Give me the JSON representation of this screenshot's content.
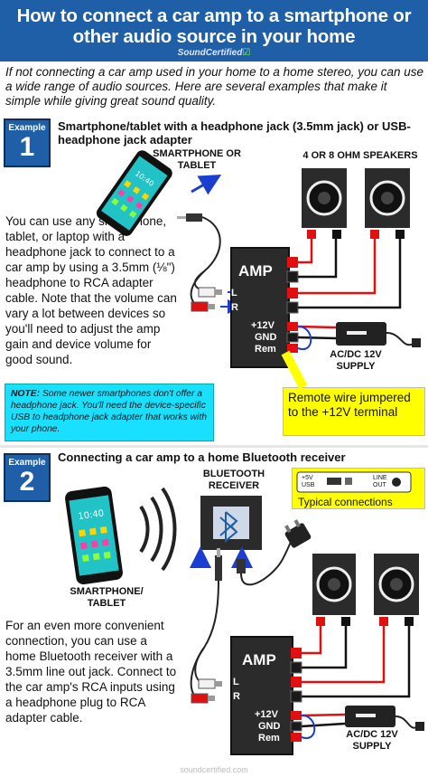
{
  "header": {
    "title": "How to connect a car amp to a smartphone or other audio source in your home",
    "brand": "SoundCertified"
  },
  "intro": "If not connecting a car amp used in your home to a home stereo, you can use a wide range of audio sources. Here are several examples that make it simple while giving great sound quality.",
  "example1": {
    "badge_label": "Example",
    "number": "1",
    "title": "Smartphone/tablet with a headphone jack (3.5mm jack) or USB-headphone jack adapter",
    "device_caption": "SMARTPHONE OR TABLET",
    "speakers_caption": "4 OR 8 OHM SPEAKERS",
    "body": "You can use any smartphone, tablet, or laptop with a headphone jack to connect to a car amp by using a 3.5mm (⅛\") headphone to RCA adapter cable. Note that the volume can vary a lot between devices so you'll need to adjust the amp gain and device volume for good sound.",
    "note_label": "NOTE:",
    "note_text": "Some newer smartphones don't offer a headphone jack. You'll need the device-specific USB to headphone jack adapter that works with your phone.",
    "remote_note": "Remote wire jumpered to the +12V terminal",
    "supply_caption": "AC/DC 12V SUPPLY",
    "phone_time": "10:40"
  },
  "example2": {
    "badge_label": "Example",
    "number": "2",
    "title": "Connecting a car amp to a home Bluetooth receiver",
    "receiver_caption": "BLUETOOTH RECEIVER",
    "device_caption": "SMARTPHONE/ TABLET",
    "body": "For an even more convenient connection, you can use a home Bluetooth receiver with a 3.5mm line out jack. Connect to the car amp's RCA inputs using a headphone plug to RCA adapter cable.",
    "typical_label": "Typical connections",
    "port_5v": "+5V",
    "port_usb": "USB",
    "port_line": "LINE",
    "port_out": "OUT",
    "supply_caption": "AC/DC 12V SUPPLY",
    "phone_time": "10:40"
  },
  "amp": {
    "name": "AMP",
    "left": "L",
    "right": "R",
    "plus12": "+12V",
    "gnd": "GND",
    "rem": "Rem"
  },
  "footer": "soundcertified.com",
  "colors": {
    "header_blue": "#1f5fa8",
    "note_cyan": "#19e0ff",
    "callout_yellow": "#ffff00",
    "amp_dark": "#2b2b2b",
    "terminal_red": "#e01010",
    "arrow_blue": "#1a3fd0"
  }
}
